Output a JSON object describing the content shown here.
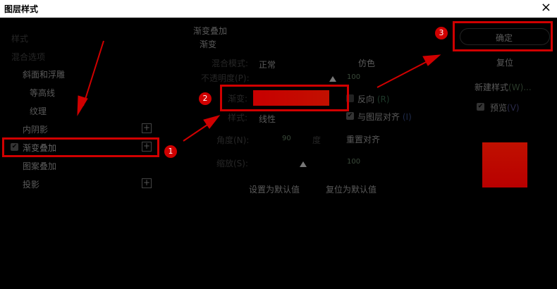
{
  "window": {
    "title": "图层样式",
    "close": "×"
  },
  "sidebar": {
    "header": "样式",
    "blend": "混合选项",
    "items": [
      {
        "label": "斜面和浮雕"
      },
      {
        "label": "等高线"
      },
      {
        "label": "纹理"
      },
      {
        "label": "内阴影",
        "plus": "+"
      },
      {
        "label": "渐变叠加",
        "plus": "+",
        "checked": true
      },
      {
        "label": "图案叠加"
      },
      {
        "label": "投影",
        "plus": "+"
      }
    ]
  },
  "panel": {
    "section": "渐变叠加",
    "subsection": "渐变",
    "blend_mode_label": "混合模式:",
    "blend_mode": "正常",
    "dither": "仿色",
    "opacity_label": "不透明度(P):",
    "opacity": "100",
    "gradient_label": "渐变:",
    "reverse": "反向",
    "reverse_key": "(R)",
    "style_label": "样式:",
    "style": "线性",
    "align": "与图层对齐",
    "align_key": "(I)",
    "angle_label": "角度(N):",
    "angle": "90",
    "angle_unit": "度",
    "reset_align": "重置对齐",
    "scale_label": "缩放(S):",
    "scale": "100",
    "set_default": "设置为默认值",
    "reset_default": "复位为默认值",
    "gradient_colors": [
      "#d00000",
      "#c00000"
    ]
  },
  "right": {
    "ok": "确定",
    "reset": "复位",
    "new_style": "新建样式",
    "new_style_key": "(W)...",
    "preview": "预览",
    "preview_key": "(V)",
    "preview_color": "#bb0000"
  },
  "annotations": [
    "1",
    "2",
    "3"
  ]
}
